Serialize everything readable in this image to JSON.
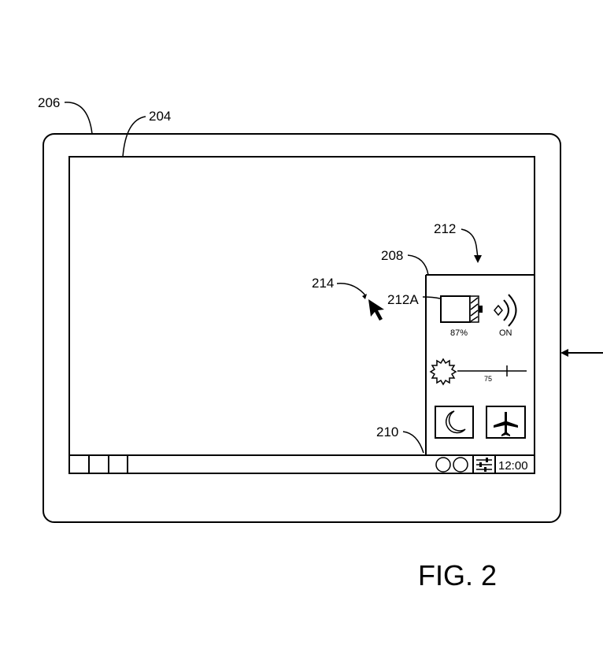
{
  "refs": {
    "device": "206",
    "screen": "204",
    "panel": "212",
    "panel_edge": "208",
    "cursor": "214",
    "battery_item": "212A",
    "taskbar": "210"
  },
  "panel": {
    "battery_percent": "87%",
    "wireless_status": "ON",
    "brightness_value": "75"
  },
  "taskbar": {
    "clock": "12:00"
  },
  "figure_label": "FIG. 2",
  "icons": [
    "battery-icon",
    "wireless-icon",
    "brightness-sun-icon",
    "moon-icon",
    "airplane-icon",
    "settings-sliders-icon",
    "cursor-arrow-icon"
  ]
}
